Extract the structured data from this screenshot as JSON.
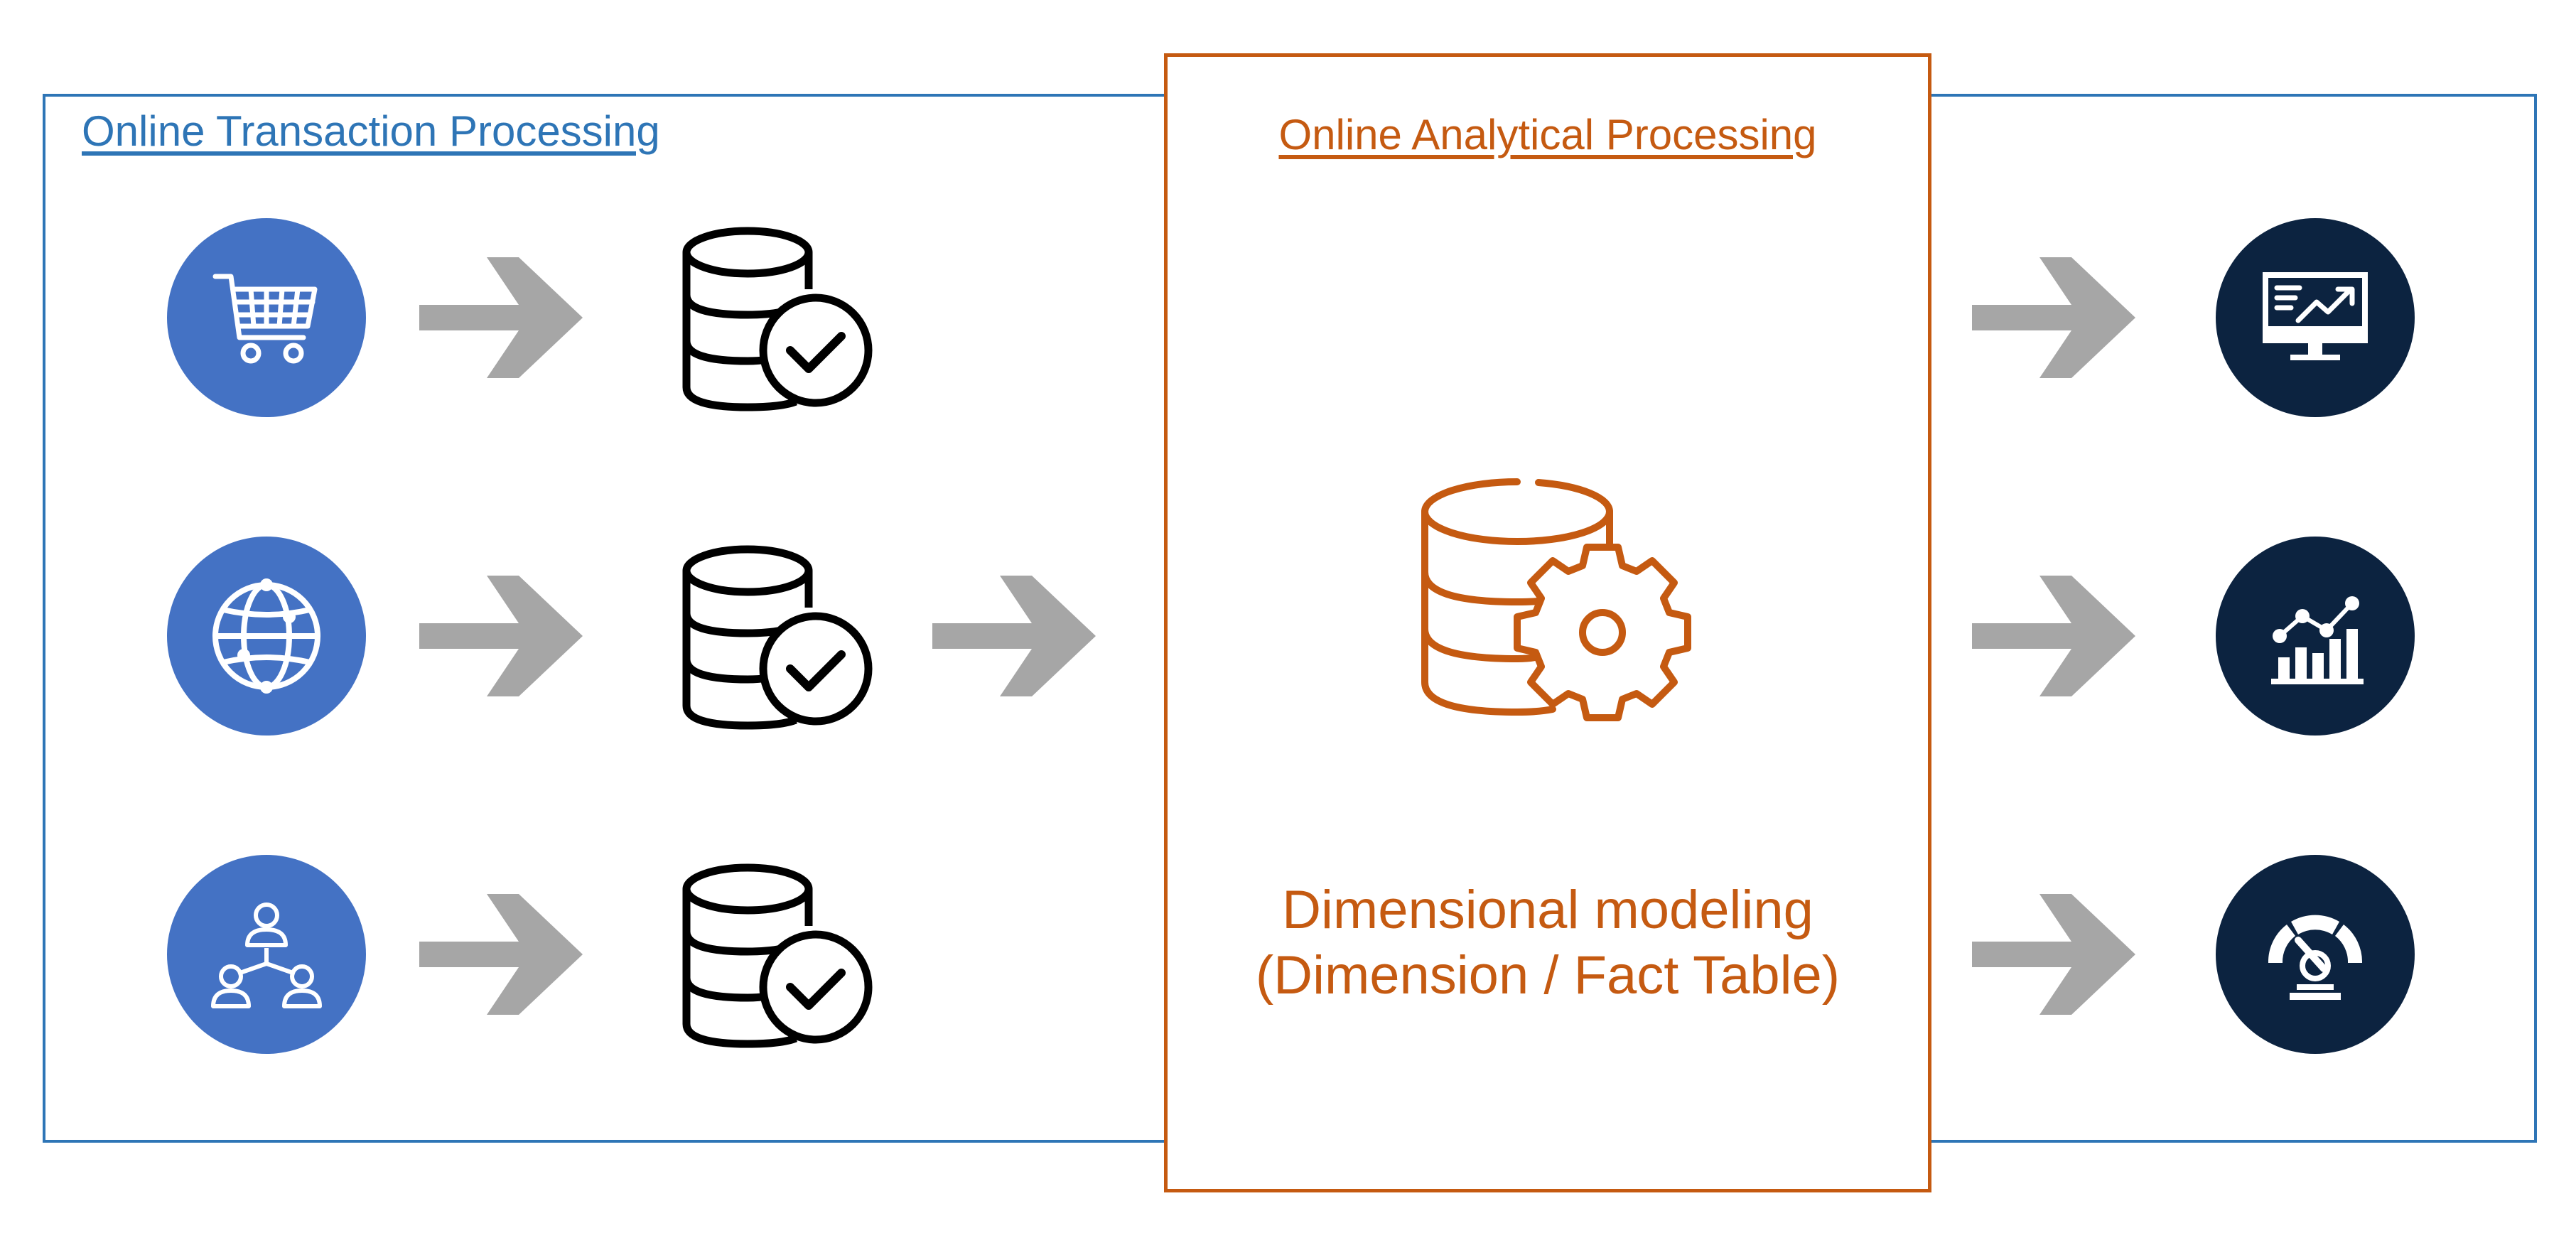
{
  "oltp": {
    "title": "Online Transaction Processing"
  },
  "olap": {
    "title": "Online Analytical Processing",
    "caption_line1": "Dimensional modeling",
    "caption_line2": "(Dimension / Fact Table)"
  },
  "sources": [
    {
      "icon": "shopping-cart-icon"
    },
    {
      "icon": "globe-network-icon"
    },
    {
      "icon": "people-network-icon"
    }
  ],
  "databases": [
    {
      "icon": "database-check-icon"
    },
    {
      "icon": "database-check-icon"
    },
    {
      "icon": "database-check-icon"
    }
  ],
  "center_icon": "database-gear-icon",
  "outputs": [
    {
      "icon": "monitor-chart-icon"
    },
    {
      "icon": "bar-line-chart-icon"
    },
    {
      "icon": "speedometer-icon"
    }
  ],
  "colors": {
    "oltp_blue": "#2e75b6",
    "olap_orange": "#c55a11",
    "source_circle": "#4472c4",
    "output_circle": "#0c2340",
    "arrow_gray": "#a6a6a6"
  }
}
